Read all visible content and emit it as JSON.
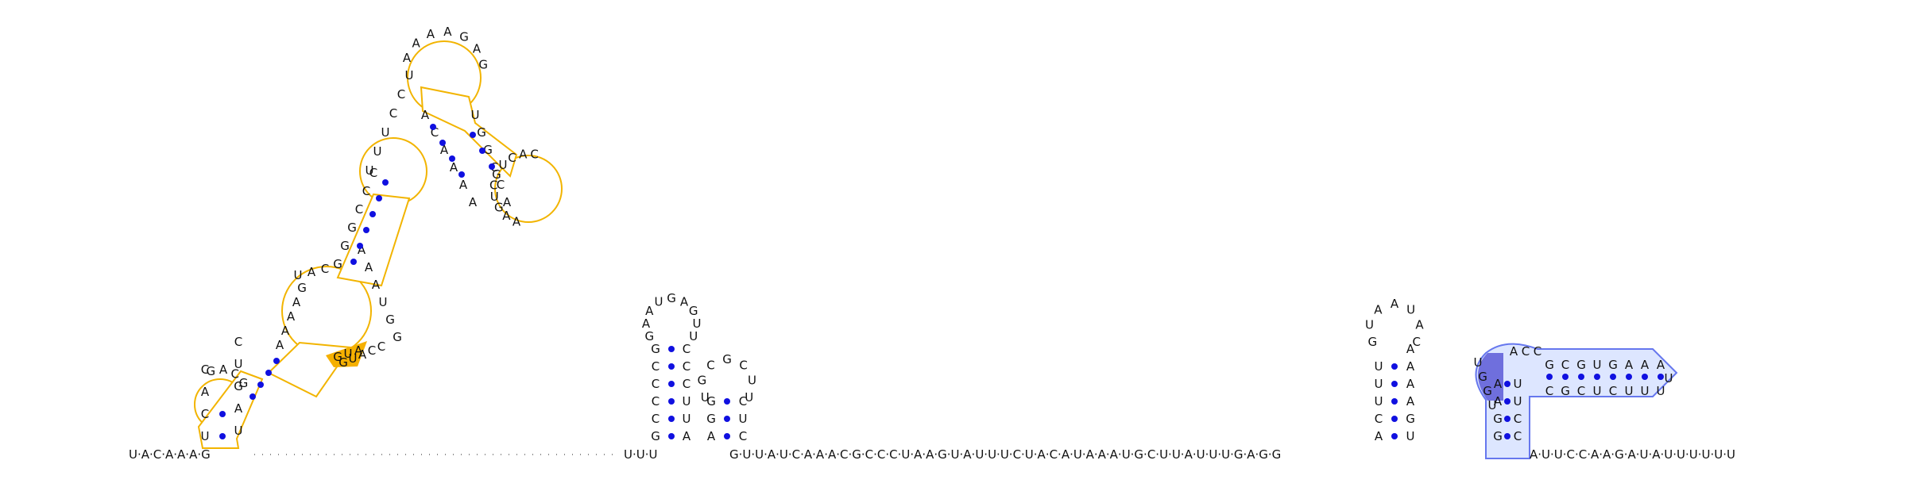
{
  "colors": {
    "background": "#ffffff",
    "nucleotide_text": "#111111",
    "backbone_dots": "#666666",
    "base_pair_dot": "#1010e0",
    "domain1_outline": "#f2b400",
    "domain1_fill": "#ffffff",
    "domain1_highlight": "#f5b000",
    "domain2_outline": "#6677ee",
    "domain2_fill": "#dde6ff",
    "domain2_highlight": "#6f6fdd"
  },
  "sequence": {
    "main_left": "U·A·C·A·A·A·G",
    "main_mid": "U·U·U",
    "main_long": "G·U·U·A·U·C·A·A·A·C·G·C·C·C·U·A·A·G·U·A·U·U·U·C·U·A·C·A·U·A·A·A·U·G·C·U·U·A·U·U·U·G·A·G·G",
    "main_right": "A·U·U·C·C·A·A·G·A·U·A·U·U·U·U·U·U"
  },
  "structure": {
    "domain1": {
      "stem_base_left": [
        "U",
        "C",
        "A",
        "C"
      ],
      "stem_base_right": [
        "U",
        "A",
        "G",
        "U",
        "C"
      ],
      "left_arm": [
        "G",
        "A",
        "C",
        "G",
        "A",
        "A",
        "A",
        "A",
        "G",
        "U",
        "A",
        "C",
        "G",
        "G",
        "G",
        "C",
        "C",
        "C",
        "U",
        "U",
        "U",
        "C",
        "C",
        "U"
      ],
      "apical_loop": [
        "A",
        "A",
        "A",
        "A",
        "G",
        "A",
        "G"
      ],
      "right_arm": [
        "A",
        "C",
        "A",
        "A",
        "A",
        "A",
        "U",
        "G",
        "G",
        "C",
        "C",
        "A",
        "A",
        "A",
        "A",
        "U",
        "G",
        "G",
        "C",
        "C",
        "A",
        "U",
        "G"
      ],
      "side_loop": [
        "C",
        "A",
        "C",
        "U",
        "G",
        "C",
        "U",
        "G",
        "A",
        "A"
      ],
      "highlight_bases": [
        "G",
        "U",
        "A"
      ]
    },
    "hairpin1": {
      "stem_left": [
        "G",
        "C",
        "C",
        "C",
        "C",
        "G"
      ],
      "stem_right": [
        "A",
        "U",
        "U",
        "C",
        "C",
        "C"
      ],
      "loop": [
        "G",
        "A",
        "A",
        "U",
        "G",
        "A",
        "G",
        "U",
        "U"
      ]
    },
    "hairpin2": {
      "stem_left": [
        "A",
        "G",
        "G"
      ],
      "stem_right": [
        "C",
        "U",
        "C"
      ],
      "loop": [
        "U",
        "G",
        "C",
        "G",
        "C",
        "U",
        "U"
      ]
    },
    "hairpin3": {
      "stem_left": [
        "A",
        "C",
        "U",
        "U",
        "U"
      ],
      "stem_right": [
        "U",
        "G",
        "A",
        "A",
        "A",
        "A"
      ],
      "loop": [
        "G",
        "U",
        "A",
        "A",
        "U",
        "A",
        "C"
      ]
    },
    "domain2": {
      "stem_left": [
        "G",
        "G",
        "A",
        "A"
      ],
      "stem_right": [
        "C",
        "C",
        "U",
        "U"
      ],
      "highlight_bases": [
        "U",
        "G",
        "G",
        "U"
      ],
      "top_row": [
        "G",
        "C",
        "G",
        "U",
        "G",
        "A",
        "A",
        "A"
      ],
      "bottom_row": [
        "C",
        "G",
        "C",
        "U",
        "C",
        "U",
        "U",
        "U"
      ],
      "end_base": "U",
      "loop_top": [
        "A",
        "C",
        "C"
      ]
    }
  }
}
